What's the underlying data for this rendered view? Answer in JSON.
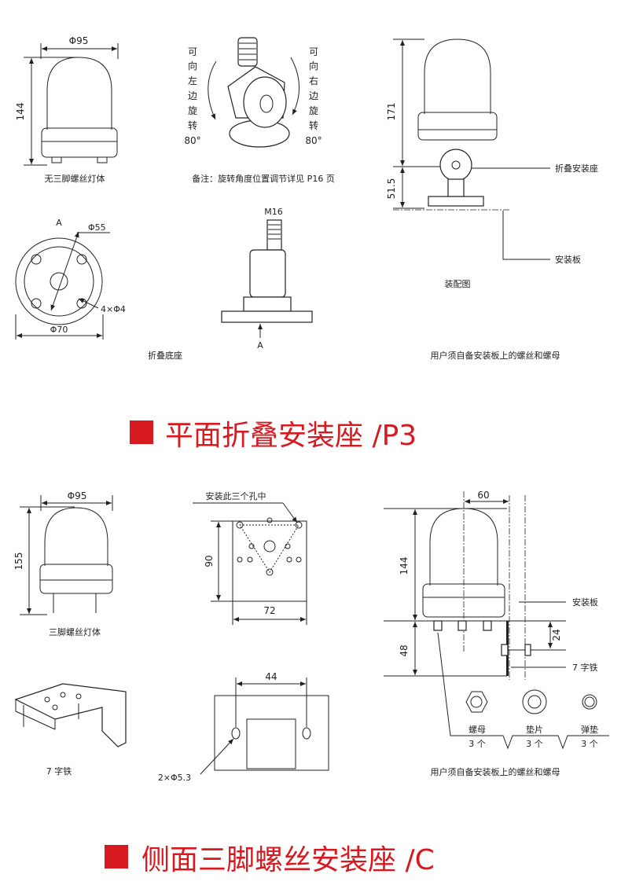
{
  "section1": {
    "heading": "平面折叠安装座 /P3",
    "lamp": {
      "diameter": "Φ95",
      "height": "144",
      "caption": "无三脚螺丝灯体"
    },
    "rotation": {
      "left_chars": [
        "可",
        "向",
        "左",
        "边",
        "旋",
        "转",
        "80°"
      ],
      "right_chars": [
        "可",
        "向",
        "右",
        "边",
        "旋",
        "转",
        "80°"
      ],
      "note": "备注：旋转角度位置调节详见 P16 页"
    },
    "assembly": {
      "height_top": "171",
      "height_bottom": "51.5",
      "label_seat": "折叠安装座",
      "label_plate": "安装板",
      "caption": "装配图"
    },
    "base_top": {
      "marker": "A",
      "inner_diameter": "Φ55",
      "holes": "4×Φ4",
      "outer_diameter": "Φ70",
      "caption": "折叠底座"
    },
    "base_side": {
      "thread": "M16",
      "marker": "A"
    },
    "footnote": "用户须自备安装板上的螺丝和螺母"
  },
  "section2": {
    "heading": "侧面三脚螺丝安装座 /C",
    "lamp": {
      "diameter": "Φ95",
      "height": "155",
      "caption": "三脚螺丝灯体"
    },
    "bracket_plate": {
      "note": "安装此三个孔中",
      "height": "90",
      "width": "72"
    },
    "bracket_photo_caption": "7 字铁",
    "mount_plate": {
      "spacing": "44",
      "holes": "2×Φ5.3"
    },
    "assembly": {
      "offset": "60",
      "lamp_height": "144",
      "bracket_height": "48",
      "bolt_offset": "24",
      "label_plate": "安装板",
      "label_bracket": "7 字铁"
    },
    "parts": [
      {
        "name": "螺母",
        "qty": "3 个"
      },
      {
        "name": "垫片",
        "qty": "3 个"
      },
      {
        "name": "弹垫",
        "qty": "3 个"
      }
    ],
    "footnote": "用户须自备安装板上的螺丝和螺母"
  },
  "colors": {
    "accent": "#d71920"
  }
}
